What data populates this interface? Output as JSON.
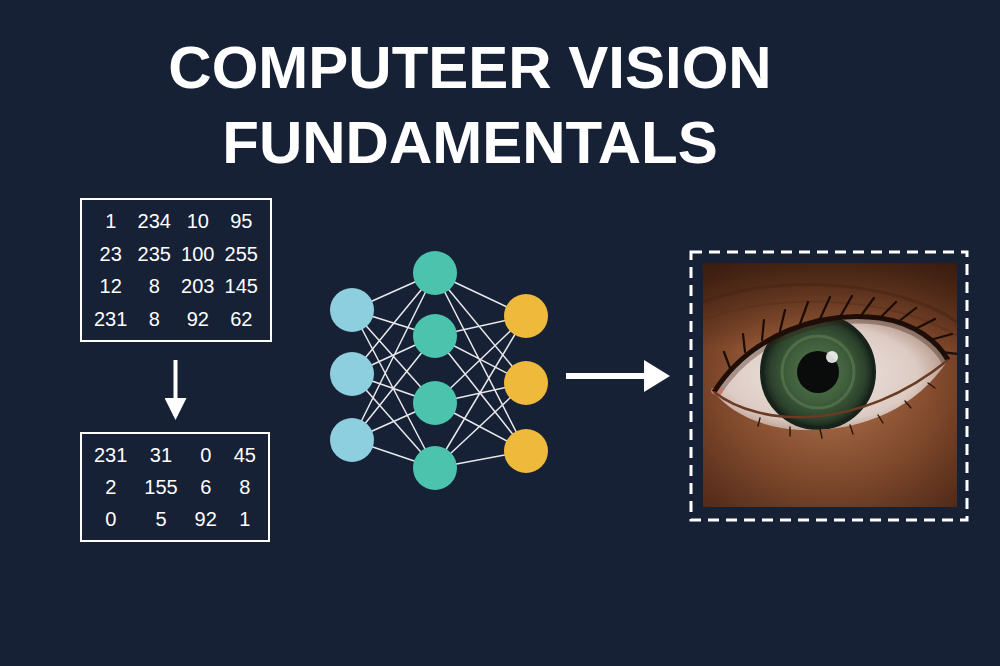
{
  "diagram": {
    "title": "COMPUTEER VISION FUNDAMENTALS",
    "nodes": [
      {
        "text": [
          "1",
          "234",
          "10",
          "95",
          "23",
          "235",
          "100",
          "255",
          "12",
          "8",
          "203",
          "145",
          "231",
          "8",
          "92",
          "62"
        ]
      },
      {
        "text": [
          "231",
          "31",
          "0",
          "45",
          "2",
          "155",
          "6",
          "8",
          "0",
          "5",
          "92",
          "1"
        ]
      }
    ],
    "edges": [
      {
        "from": 0,
        "to": 1,
        "arrow": "to"
      }
    ]
  }
}
